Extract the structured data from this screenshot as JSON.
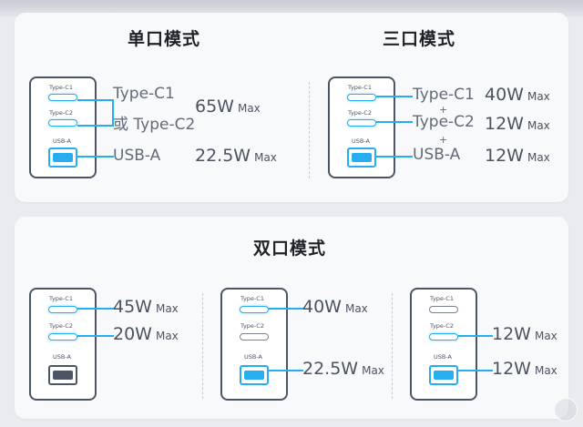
{
  "single_mode": {
    "heading": "单口模式",
    "port_labels": {
      "c1": "Type-C1",
      "c2": "Type-C2",
      "a": "USB-A"
    },
    "rows": [
      {
        "label": "Type-C1",
        "watt": "65W",
        "max": "Max"
      },
      {
        "label": "或 Type-C2"
      },
      {
        "label": "USB-A",
        "watt": "22.5W",
        "max": "Max"
      }
    ]
  },
  "triple_mode": {
    "heading": "三口模式",
    "port_labels": {
      "c1": "Type-C1",
      "c2": "Type-C2",
      "a": "USB-A"
    },
    "plus": "+",
    "rows": [
      {
        "label": "Type-C1",
        "watt": "40W",
        "max": "Max"
      },
      {
        "label": "Type-C2",
        "watt": "12W",
        "max": "Max"
      },
      {
        "label": "USB-A",
        "watt": "12W",
        "max": "Max"
      }
    ]
  },
  "dual_mode": {
    "heading": "双口模式",
    "port_labels": {
      "c1": "Type-C1",
      "c2": "Type-C2",
      "a": "USB-A"
    },
    "configs": [
      {
        "lines": [
          {
            "watt": "45W",
            "max": "Max"
          },
          {
            "watt": "20W",
            "max": "Max"
          }
        ]
      },
      {
        "lines": [
          {
            "watt": "40W",
            "max": "Max"
          },
          {
            "watt": "22.5W",
            "max": "Max"
          }
        ]
      },
      {
        "lines": [
          {
            "watt": "12W",
            "max": "Max"
          },
          {
            "watt": "12W",
            "max": "Max"
          }
        ]
      }
    ]
  },
  "colors": {
    "accent": "#27aef0",
    "outline": "#4b5566",
    "panel": "#f8f9fb"
  }
}
